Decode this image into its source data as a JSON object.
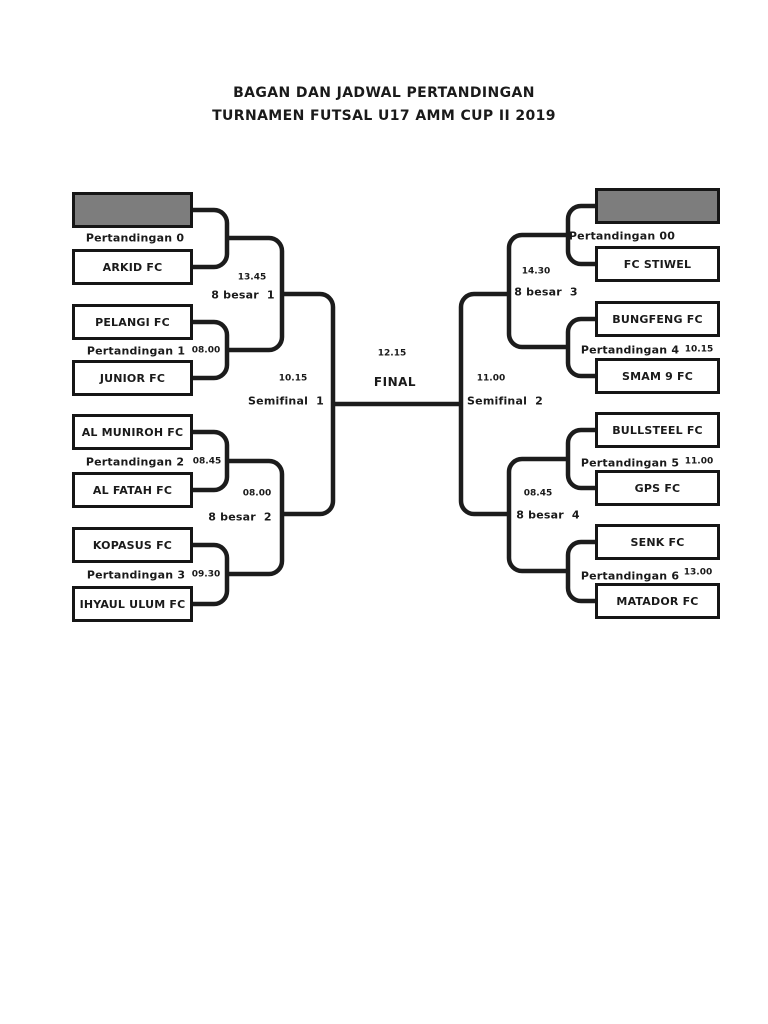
{
  "title": {
    "line1": "BAGAN DAN JADWAL PERTANDINGAN",
    "line2": "TURNAMEN FUTSAL U17 AMM CUP II 2019"
  },
  "colors": {
    "line": "#1c1c1c",
    "box_border": "#161616",
    "placeholder_box_fill": "#7d7d7d",
    "text": "#1a1a1a",
    "page_background": "#ffffff"
  },
  "final": {
    "time": "12.15",
    "label": "FINAL"
  },
  "left": {
    "match0": {
      "label": "Pertandingan 0",
      "top_team": "",
      "bottom_team": "ARKID FC"
    },
    "match1": {
      "label": "Pertandingan 1",
      "time": "08.00",
      "top_team": "PELANGI FC",
      "bottom_team": "JUNIOR FC"
    },
    "match2": {
      "label": "Pertandingan 2",
      "time": "08.45",
      "top_team": "AL MUNIROH FC",
      "bottom_team": "AL FATAH FC"
    },
    "match3": {
      "label": "Pertandingan 3",
      "time": "09.30",
      "top_team": "KOPASUS FC",
      "bottom_team": "IHYAUL ULUM FC"
    },
    "quarter1": {
      "time": "13.45",
      "label": "8 besar  1"
    },
    "quarter2": {
      "time": "08.00",
      "label": "8 besar  2"
    },
    "semifinal": {
      "time": "10.15",
      "label": "Semifinal  1"
    }
  },
  "right": {
    "match00": {
      "label": "Pertandingan 00",
      "top_team": "",
      "bottom_team": "FC STIWEL"
    },
    "match4": {
      "label": "Pertandingan 4",
      "time": "10.15",
      "top_team": "BUNGFENG FC",
      "bottom_team": "SMAM 9 FC"
    },
    "match5": {
      "label": "Pertandingan 5",
      "time": "11.00",
      "top_team": "BULLSTEEL FC",
      "bottom_team": "GPS FC"
    },
    "match6": {
      "label": "Pertandingan 6",
      "time": "13.00",
      "top_team": "SENK FC",
      "bottom_team": "MATADOR FC"
    },
    "quarter3": {
      "time": "14.30",
      "label": "8 besar  3"
    },
    "quarter4": {
      "time": "08.45",
      "label": "8 besar  4"
    },
    "semifinal": {
      "time": "11.00",
      "label": "Semifinal  2"
    }
  }
}
